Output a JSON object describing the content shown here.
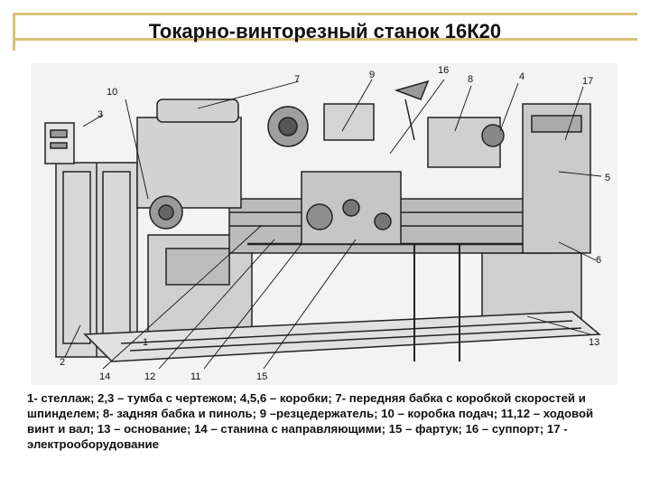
{
  "title": "Токарно-винторезный  станок 16К20",
  "callouts": {
    "c7": "7",
    "c9": "9",
    "c16": "16",
    "c8": "8",
    "c4": "4",
    "c17": "17",
    "c10": "10",
    "c3": "3",
    "c5": "5",
    "c6": "6",
    "c13": "13",
    "c1": "1",
    "c2": "2",
    "c14": "14",
    "c12": "12",
    "c11": "11",
    "c15": "15"
  },
  "caption": "1- стеллаж;  2,3 – тумба  с чертежом;  4,5,6 – коробки;  7- передняя бабка с коробкой скоростей и шпинделем;   8- задняя бабка и пиноль;  9 –резцедержатель;  10 – коробка подач;   11,12 – ходовой винт и вал; 13 – основание; 14 – станина  с направляющими;  15 – фартук;  16 – суппорт; 17 - электрооборудование"
}
